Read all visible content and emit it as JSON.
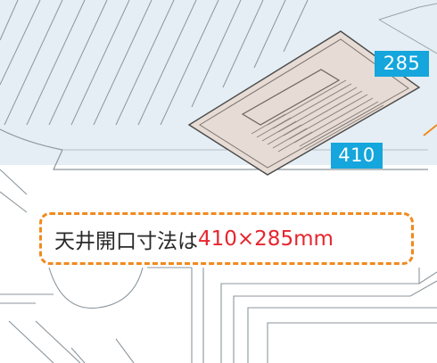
{
  "dimensions": {
    "depth": "285",
    "width": "410"
  },
  "caption": {
    "label": "天井開口寸法は",
    "value": "410×285mm"
  },
  "colors": {
    "badge": "#14a6dc",
    "caption_border": "#f08a1e",
    "caption_value": "#e6262e",
    "ceiling": "#e4eef4",
    "unit_panel": "#e7dcd5"
  }
}
